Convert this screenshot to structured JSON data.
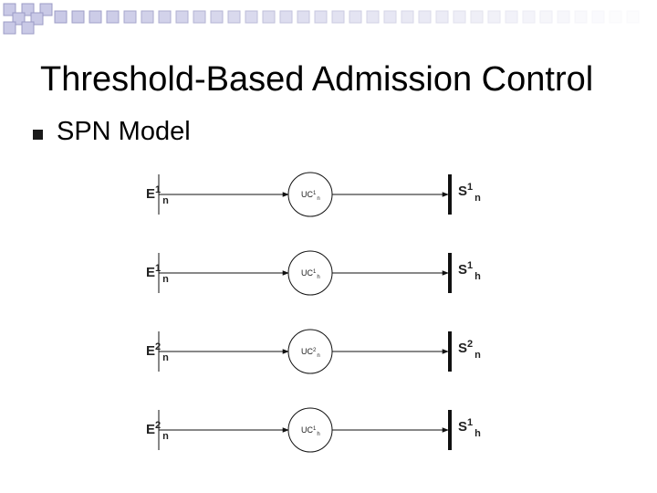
{
  "slide": {
    "title": "Threshold-Based Admission Control",
    "bullet": "SPN Model"
  },
  "theme": {
    "square_color": "#c9c9e6",
    "square_outline": "#9c9cc6",
    "line_color": "#111111"
  },
  "rows": [
    {
      "input": {
        "base": "E",
        "sup": "1",
        "sub": "n"
      },
      "transition": {
        "base": "UC",
        "sup": "1",
        "sub": "n"
      },
      "output": {
        "base": "S",
        "sup": "1",
        "sub": "n"
      }
    },
    {
      "input": {
        "base": "E",
        "sup": "1",
        "sub": "n"
      },
      "transition": {
        "base": "UC",
        "sup": "1",
        "sub": "h"
      },
      "output": {
        "base": "S",
        "sup": "1",
        "sub": "h"
      }
    },
    {
      "input": {
        "base": "E",
        "sup": "2",
        "sub": "n"
      },
      "transition": {
        "base": "UC",
        "sup": "2",
        "sub": "n"
      },
      "output": {
        "base": "S",
        "sup": "2",
        "sub": "n"
      }
    },
    {
      "input": {
        "base": "E",
        "sup": "2",
        "sub": "n"
      },
      "transition": {
        "base": "UC",
        "sup": "1",
        "sub": "h"
      },
      "output": {
        "base": "S",
        "sup": "1",
        "sub": "h"
      }
    }
  ]
}
